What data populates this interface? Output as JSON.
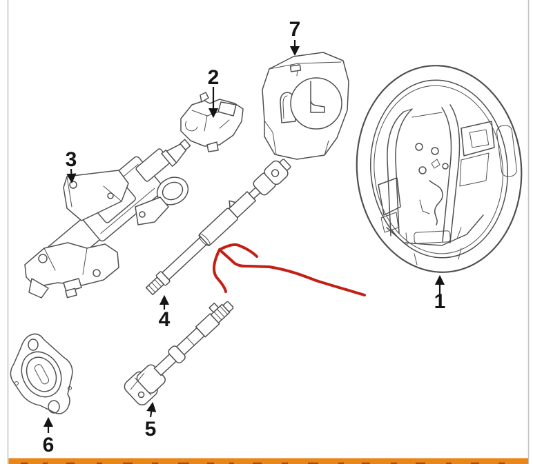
{
  "page": {
    "background": "#ffffff",
    "border_color": "#c2c2c2"
  },
  "diagram": {
    "line_color": "#4f4f4f",
    "label_color": "#141414",
    "callouts": [
      {
        "label": "1"
      },
      {
        "label": "2"
      },
      {
        "label": "3"
      },
      {
        "label": "4"
      },
      {
        "label": "5"
      },
      {
        "label": "6"
      },
      {
        "label": "7"
      }
    ],
    "annotation": {
      "color": "#c41f16"
    },
    "footer_bar": {
      "color": "#e8861a",
      "accent_color": "#9e3a0e"
    }
  }
}
